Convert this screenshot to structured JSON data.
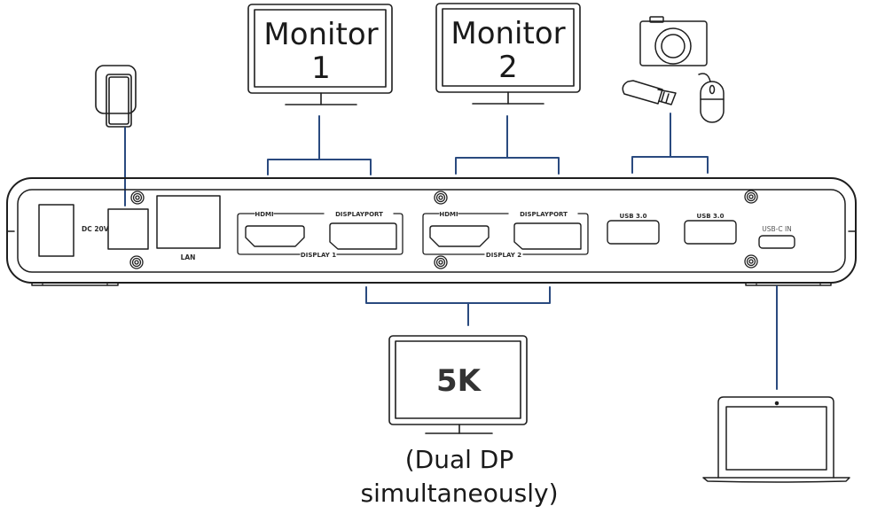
{
  "diagram": {
    "title": "USB-C docking station connection diagram",
    "colors": {
      "outline": "#1e1e1e",
      "cable": "#2a4a7f",
      "text": "#1a1a1a",
      "label": "#2b2b2b"
    },
    "monitors": [
      {
        "line1": "Monitor",
        "line2": "1"
      },
      {
        "line1": "Monitor",
        "line2": "2"
      }
    ],
    "fivek_monitor": {
      "label": "5K",
      "caption_line1": "(Dual DP",
      "caption_line2": "simultaneously)"
    },
    "dock": {
      "ports": {
        "dc": "DC 20V",
        "lan": "LAN",
        "hdmi_1": "HDMI",
        "displayport_1": "DISPLAYPORT",
        "display_1": "DISPLAY 1",
        "hdmi_2": "HDMI",
        "displayport_2": "DISPLAYPORT",
        "display_2": "DISPLAY 2",
        "usb_a_1": "USB 3.0",
        "usb_a_2": "USB 3.0",
        "usb_c_in": "USB-C IN"
      }
    },
    "peripherals": [
      "power-adapter",
      "camera",
      "usb-flash-drive",
      "mouse",
      "laptop"
    ]
  }
}
